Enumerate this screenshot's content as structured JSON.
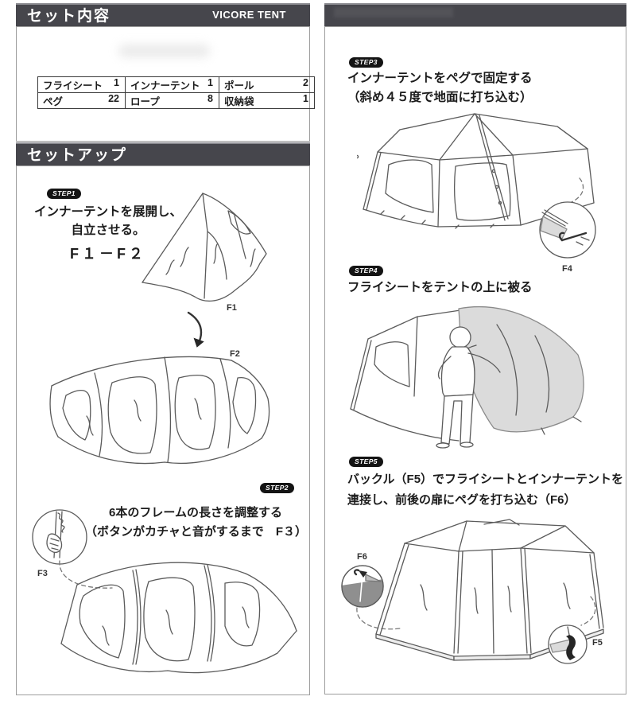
{
  "colors": {
    "header_bar": "#46464c",
    "badge": "#141414",
    "line_art": "#5b5b5b",
    "flysheet_gray": "#dbdbdb",
    "ground_gray": "#8f8f8f"
  },
  "left": {
    "header": {
      "title": "セット内容",
      "brand": "VICORE TENT"
    },
    "table": {
      "rows": [
        [
          {
            "item": "フライシート",
            "qty": "1"
          },
          {
            "item": "インナーテント",
            "qty": "1"
          },
          {
            "item": "ポール",
            "qty": "2"
          }
        ],
        [
          {
            "item": "ペグ",
            "qty": "22"
          },
          {
            "item": "ロープ",
            "qty": "8"
          },
          {
            "item": "収納袋",
            "qty": "1"
          }
        ]
      ]
    },
    "setup_title": "セットアップ",
    "step1": {
      "badge": "STEP1",
      "line1": "インナーテントを展開し、",
      "line2": "自立させる。",
      "line3": "F１－F２",
      "f1": "F1",
      "f2": "F2"
    },
    "step2": {
      "badge": "STEP2",
      "line1": "6本のフレームの長さを調整する",
      "line2": "（ボタンがカチャと音がするまで　F３）",
      "f3": "F3"
    }
  },
  "right": {
    "step3": {
      "badge": "STEP3",
      "line1": "インナーテントをペグで固定する",
      "line2": "（斜め４５度で地面に打ち込む）",
      "f4": "F4"
    },
    "step4": {
      "badge": "STEP4",
      "line1": "フライシートをテントの上に被る"
    },
    "step5": {
      "badge": "STEP5",
      "line1": "バックル（F5）でフライシートとインナーテントを",
      "line2": "連接し、前後の扉にペグを打ち込む（F6）",
      "f5": "F5",
      "f6": "F6"
    }
  }
}
